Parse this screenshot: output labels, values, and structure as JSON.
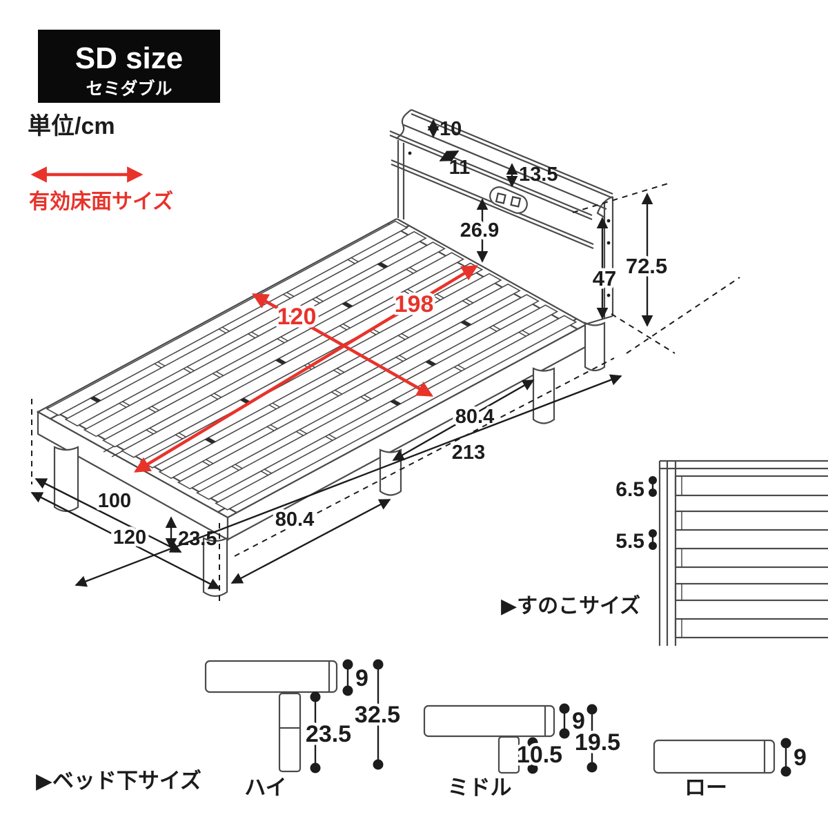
{
  "badge": {
    "title": "SD size",
    "subtitle": "セミダブル"
  },
  "unit_label": "単位/cm",
  "legend_label": "有効床面サイズ",
  "colors": {
    "red": "#e8332b",
    "line": "#4a4a4a",
    "ink": "#1c1c1c"
  },
  "main_diagram": {
    "dims": {
      "headboard_top_lip": "10",
      "shelf_depth": "11",
      "headboard_panel_height": "13.5",
      "headboard_clearance": "26.9",
      "headboard_inner_height": "47",
      "total_height": "72.5",
      "effective_length": "198",
      "effective_width": "120",
      "front_leg_span_head": "80.4",
      "total_length": "213",
      "inner_leg_width": "100",
      "total_width": "120",
      "under_bed_clearance": "23.5",
      "front_leg_span_foot": "80.4"
    }
  },
  "slat_detail": {
    "heading": "▶すのこサイズ",
    "slat_width": "6.5",
    "slat_gap": "5.5"
  },
  "under_bed": {
    "heading": "▶ベッド下サイズ",
    "variants": [
      {
        "name": "ハイ",
        "frame_thickness": "9",
        "leg_height": "23.5",
        "total_height": "32.5"
      },
      {
        "name": "ミドル",
        "frame_thickness": "9",
        "leg_height": "10.5",
        "total_height": "19.5"
      },
      {
        "name": "ロー",
        "frame_thickness": "9"
      }
    ]
  }
}
